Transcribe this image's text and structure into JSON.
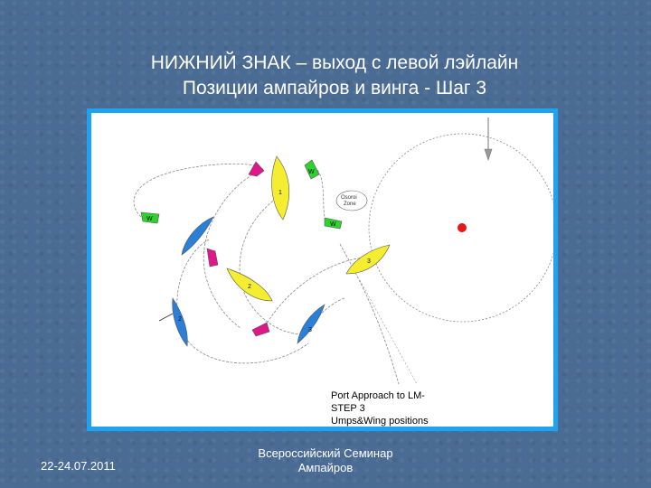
{
  "slide": {
    "title_line1": "НИЖНИЙ ЗНАК – выход с левой лэйлайн",
    "title_line2": "Позиции ампайров и винга - Шаг 3"
  },
  "diagram": {
    "caption_lines": [
      "Port Approach to LM-",
      "STEP 3",
      "Umps&Wing positions"
    ],
    "zone_label_line1": "Osoroi",
    "zone_label_line2": "Zone",
    "boat_labels": {
      "yellow_1": "1",
      "yellow_2": "2",
      "yellow_3": "3",
      "blue_3": "3",
      "blue_left": "2",
      "wing_w1": "W",
      "wing_w2": "W",
      "wing_w3": "W"
    },
    "colors": {
      "yellow_boat": "#f5ee30",
      "blue_boat": "#2a7fd8",
      "magenta_boat": "#e0178a",
      "green_boat": "#2fd12f",
      "mark": "#e81616",
      "frame": "#1ea3f0"
    }
  },
  "footer": {
    "date": "22-24.07.2011",
    "center_line1": "Всероссийский Семинар",
    "center_line2": "Ампайров"
  }
}
